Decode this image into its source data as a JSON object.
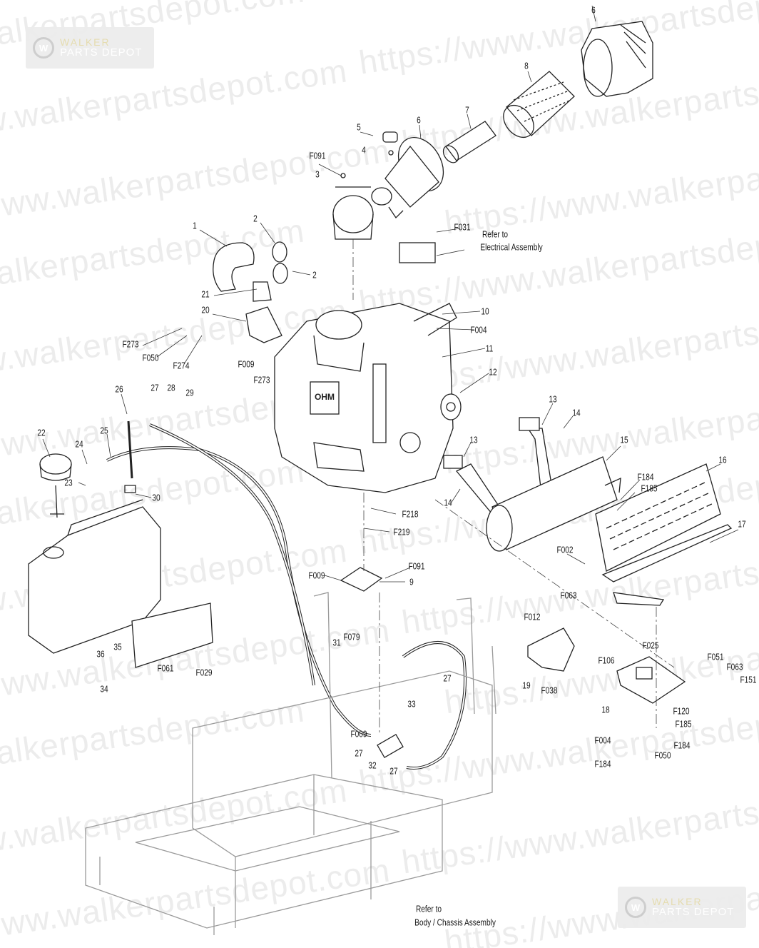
{
  "watermark": {
    "text": "https://www.walkerpartsdepot.com",
    "logo_line1": "WALKER",
    "logo_line2": "PARTS DEPOT"
  },
  "notes": {
    "electrical_ref": [
      "Refer to",
      "Electrical Assembly"
    ],
    "chassis_ref": [
      "Refer to",
      "Body / Chassis Assembly"
    ]
  },
  "callouts": [
    "6",
    "8",
    "6",
    "7",
    "5",
    "4",
    "F091",
    "3",
    "F031",
    "1",
    "2",
    "2",
    "21",
    "20",
    "10",
    "F004",
    "11",
    "12",
    "F273",
    "F050",
    "F274",
    "F009",
    "F273",
    "26",
    "27",
    "28",
    "29",
    "22",
    "25",
    "24",
    "23",
    "30",
    "13",
    "14",
    "15",
    "13",
    "16",
    "F184",
    "F185",
    "14",
    "F218",
    "F219",
    "17",
    "F002",
    "F091",
    "F009",
    "9",
    "F063",
    "F012",
    "36",
    "35",
    "F106",
    "F025",
    "F079",
    "31",
    "F051",
    "F063",
    "F151",
    "34",
    "F061",
    "F029",
    "19",
    "F038",
    "27",
    "18",
    "F120",
    "F185",
    "33",
    "F009",
    "F004",
    "F184",
    "F050",
    "F184",
    "27",
    "32",
    "27"
  ]
}
